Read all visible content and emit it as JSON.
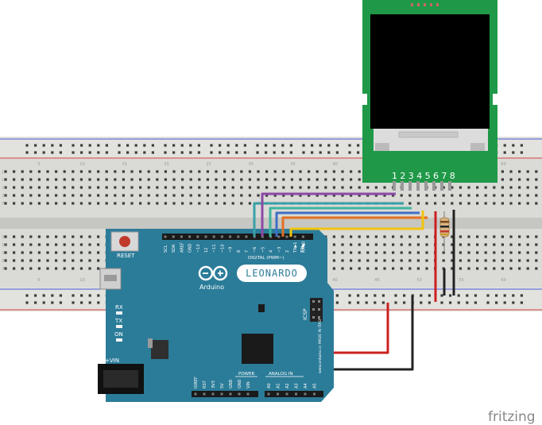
{
  "board": {
    "reset_label": "RESET",
    "logo_text": "Arduino",
    "model_label": "LEONARDO",
    "digital_label": "DIGITAL (PWM~)",
    "icsp_label": "ICSP",
    "power_label": "POWER",
    "analog_label": "ANALOG IN",
    "vin_label": "+VIN",
    "rx_label": "RX",
    "tx_label": "TX",
    "on_label": "ON",
    "tx_rx_label": "TX▶",
    "made_in_label": "www.arduino.cc MADE IN ITALY",
    "top_pin_labels": [
      "SCL",
      "SDA",
      "AREF",
      "GND",
      "~13",
      "12",
      "~11",
      "~10",
      "~9",
      "8",
      "7",
      "~6",
      "~5",
      "4",
      "~3",
      "2",
      "TX▶1",
      "RX◀0"
    ],
    "power_pin_labels": [
      "IOREF",
      "RST",
      "3V3",
      "5V",
      "GND",
      "GND",
      "VIN"
    ],
    "analog_pin_labels": [
      "A0",
      "A1",
      "A2",
      "A3",
      "A4",
      "A5"
    ]
  },
  "breadboard": {
    "row_letters_top": [
      "J",
      "I",
      "H",
      "G",
      "F"
    ],
    "row_letters_bottom": [
      "E",
      "D",
      "C",
      "B",
      "A"
    ],
    "column_numbers": [
      "5",
      "10",
      "15",
      "20",
      "25",
      "30",
      "35",
      "40",
      "45",
      "50",
      "55",
      "60"
    ]
  },
  "display": {
    "pin_numbers": "12345678"
  },
  "watermark": "fritzing",
  "colors": {
    "board": "#2b7c99",
    "board_dark": "#1d5f78",
    "breadboard": "#dadad6",
    "display_pcb": "#1f9948",
    "wire_purple": "#8b4aa6",
    "wire_teal": "#3aa0a8",
    "wire_green": "#3fb4a0",
    "wire_blue": "#3f6fc6",
    "wire_orange": "#e36f22",
    "wire_yellow": "#f1c40f",
    "wire_red": "#cc2020",
    "wire_black": "#222222"
  }
}
